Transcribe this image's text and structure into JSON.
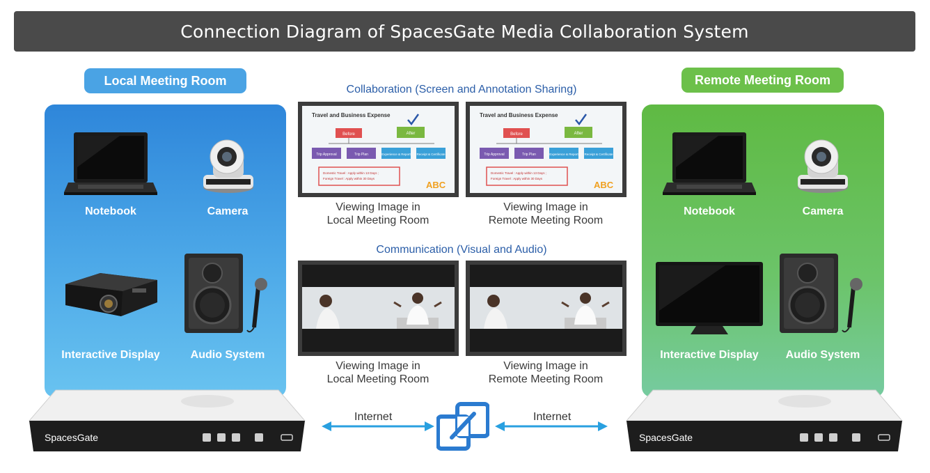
{
  "title": "Connection Diagram of SpacesGate Media Collaboration System",
  "colors": {
    "local_accent": "#4aa3e4",
    "remote_accent": "#6cc04a",
    "heading_blue": "#2b5ea8",
    "arrow_blue": "#29a0e0"
  },
  "local_room": {
    "title": "Local Meeting Room",
    "devices": {
      "notebook": "Notebook",
      "camera": "Camera",
      "display": "Interactive Display",
      "audio": "Audio System"
    },
    "box_brand": "SpacesGate"
  },
  "remote_room": {
    "title": "Remote Meeting Room",
    "devices": {
      "notebook": "Notebook",
      "camera": "Camera",
      "display": "Interactive Display",
      "audio": "Audio System"
    },
    "box_brand": "SpacesGate"
  },
  "collaboration": {
    "heading": "Collaboration (Screen and Annotation Sharing)",
    "slide": {
      "title": "Travel and Business Expense",
      "before": "Before",
      "after": "After",
      "steps": [
        "Trip Approval",
        "Trip Plan",
        "Experience & Report",
        "Receipt & Certificate"
      ],
      "note_line1": "Domestic Travel : Apply within 13 Days ;",
      "note_line2": "Foreign Travel : Apply within 30 Days",
      "logo": "ABC"
    },
    "caption_local_1": "Viewing Image in",
    "caption_local_2": "Local Meeting Room",
    "caption_remote_1": "Viewing Image in",
    "caption_remote_2": "Remote Meeting Room"
  },
  "communication": {
    "heading": "Communication (Visual and Audio)",
    "caption_local_1": "Viewing Image in",
    "caption_local_2": "Local Meeting Room",
    "caption_remote_1": "Viewing Image in",
    "caption_remote_2": "Remote Meeting Room"
  },
  "network": {
    "left_label": "Internet",
    "right_label": "Internet",
    "link_icon": "link-icon"
  }
}
